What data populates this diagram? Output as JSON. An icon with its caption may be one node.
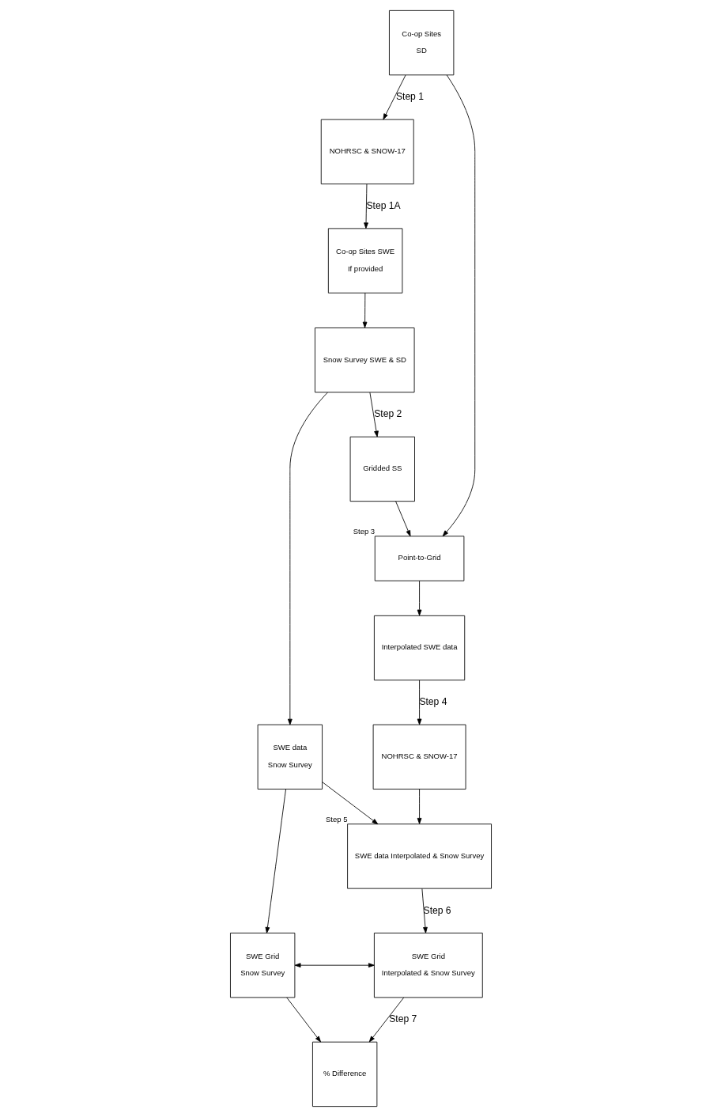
{
  "diagram": {
    "nodes": [
      {
        "text": [
          "Co-op Sites SWE",
          "If provided"
        ]
      },
      {
        "text": [
          "NOHRSC & SNOW-17"
        ]
      },
      {
        "text": [
          "Snow Survey SWE & SD"
        ]
      },
      {
        "text": [
          "Gridded SS"
        ]
      },
      {
        "text": [
          "Co-op Sites",
          "SD"
        ]
      },
      {
        "text": [
          "Point-to-Grid"
        ],
        "beside": [
          "Step 3"
        ]
      },
      {
        "text": [
          "SWE data",
          "Snow Survey"
        ]
      },
      {
        "text": [
          "NOHRSC & SNOW-17"
        ]
      },
      {
        "text": [
          "Interpolated SWE data"
        ]
      },
      {
        "text": [
          "SWE data Interpolated & Snow Survey"
        ],
        "beside": [
          "Step 5"
        ]
      },
      {
        "text": [
          "SWE Grid",
          "Snow Survey"
        ]
      },
      {
        "text": [
          "SWE Grid",
          "Interpolated & Snow Survey"
        ]
      },
      {
        "text": [
          "% Difference"
        ]
      }
    ],
    "edges": [
      {
        "from": 1,
        "to": 0,
        "arrow": "to",
        "label": "Step 1A"
      },
      {
        "from": 4,
        "to": 1,
        "arrow": "to",
        "label": "Step 1"
      },
      {
        "from": 0,
        "to": 2,
        "arrow": "to"
      },
      {
        "from": 2,
        "to": 3,
        "arrow": "to",
        "label": "Step 2"
      },
      {
        "from": 3,
        "to": 5,
        "arrow": "to"
      },
      {
        "from": 4,
        "to": 5,
        "arrow": "to"
      },
      {
        "from": 2,
        "to": 6,
        "arrow": "to"
      },
      {
        "from": 5,
        "to": 8,
        "arrow": "to"
      },
      {
        "from": 8,
        "to": 7,
        "arrow": "to",
        "label": "Step 4"
      },
      {
        "from": 6,
        "to": 9,
        "arrow": "to"
      },
      {
        "from": 7,
        "to": 9,
        "arrow": "to"
      },
      {
        "from": 6,
        "to": 10,
        "arrow": "to"
      },
      {
        "from": 9,
        "to": 11,
        "arrow": "to",
        "label": "Step 6"
      },
      {
        "from": 10,
        "to": 11,
        "arrow": "both"
      },
      {
        "from": 10,
        "to": 12,
        "arrow": "to"
      },
      {
        "from": 11,
        "to": 12,
        "arrow": "to",
        "label": "Step 7"
      }
    ]
  }
}
